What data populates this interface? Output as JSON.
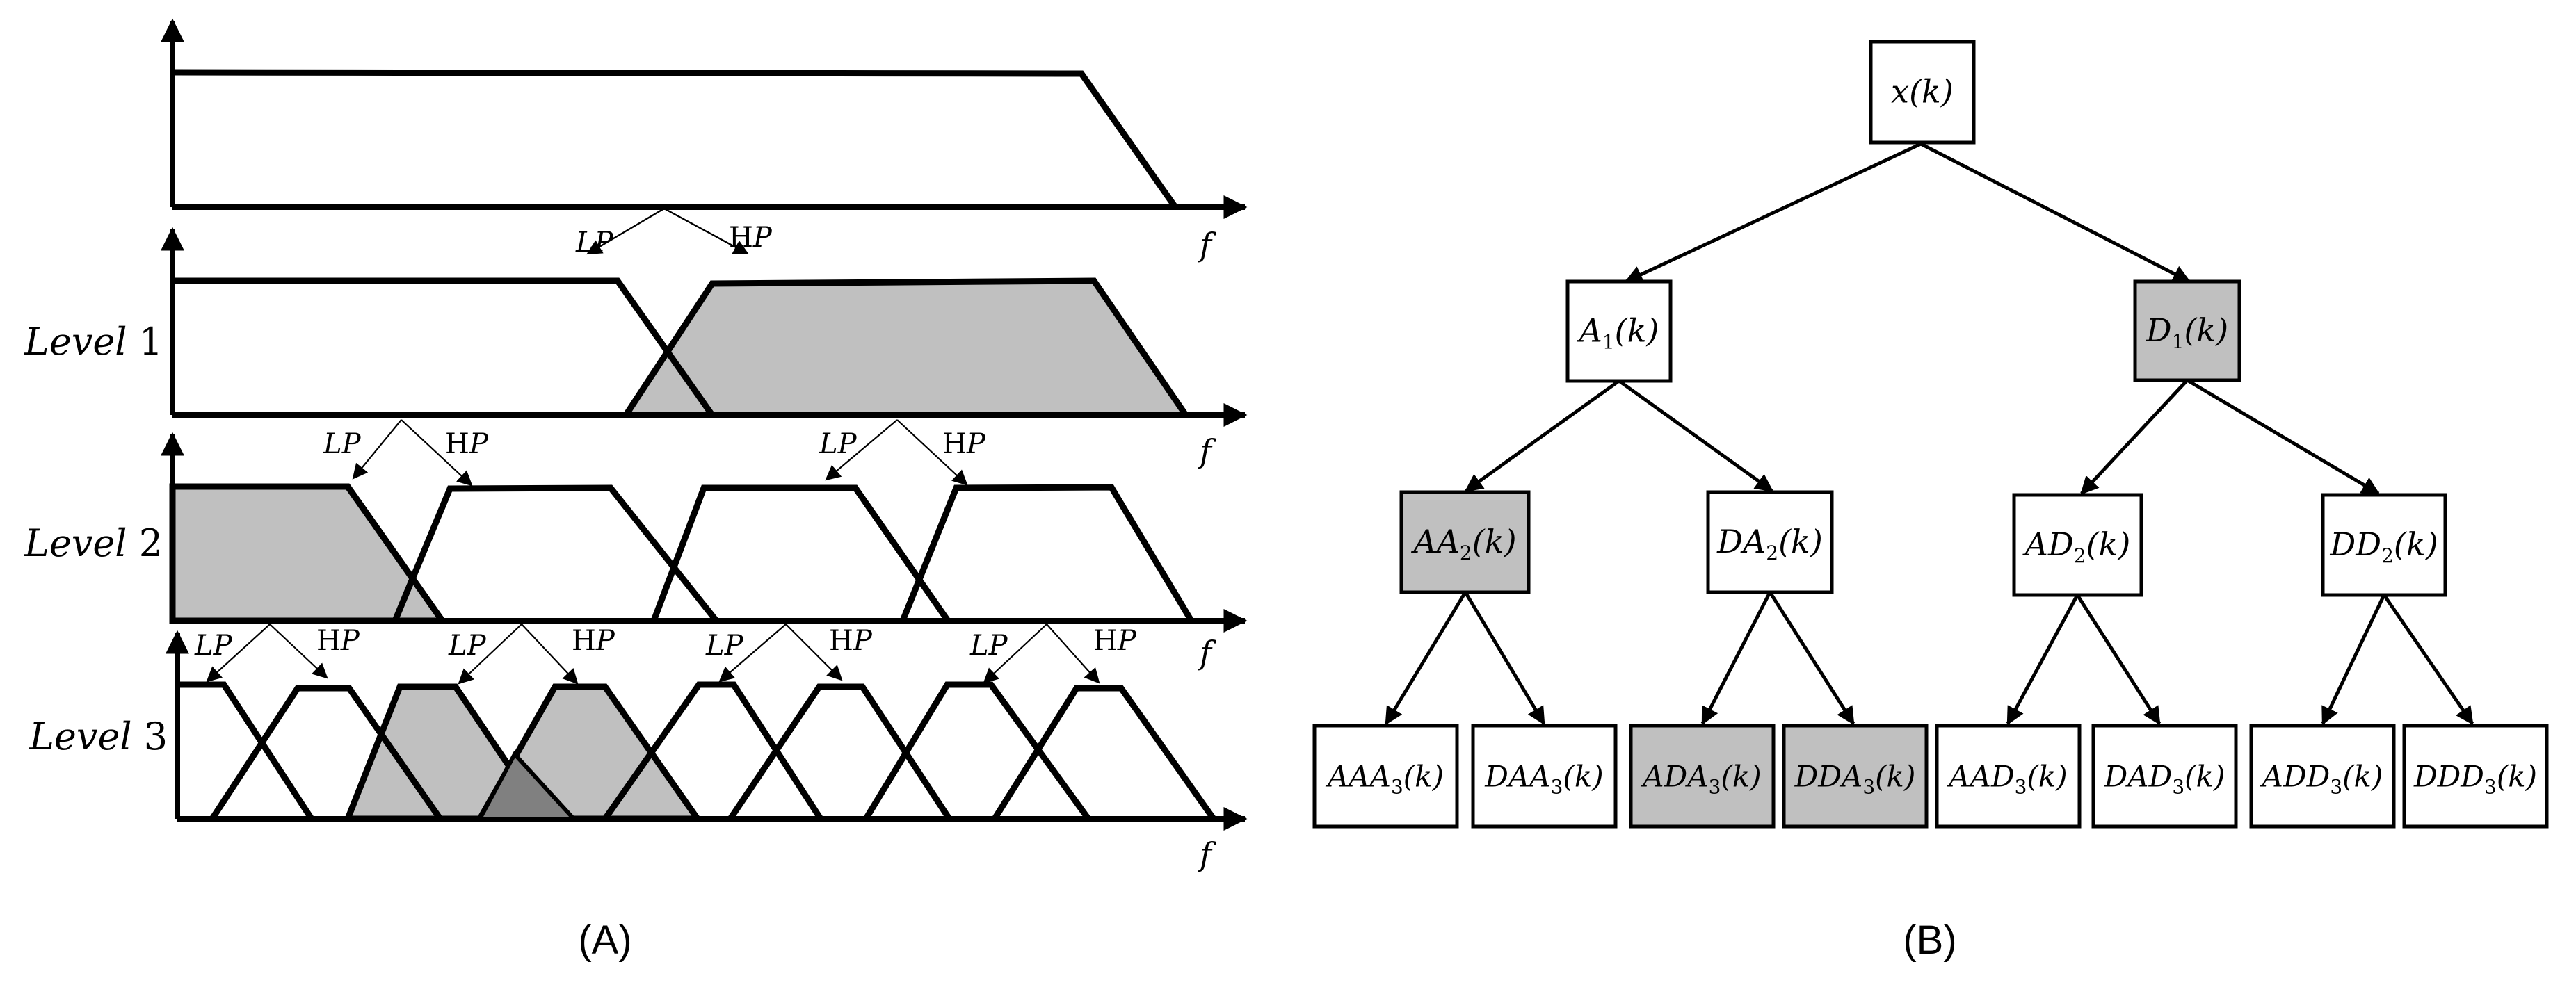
{
  "panels": {
    "left_label": "(A)",
    "right_label": "(B)"
  },
  "spectrum": {
    "axis_label": "f",
    "levels": [
      {
        "name": "Level",
        "num": "1"
      },
      {
        "name": "Level",
        "num": "2"
      },
      {
        "name": "Level",
        "num": "3"
      }
    ],
    "filters": {
      "lp_main": "LP",
      "hp_prefix": "H",
      "hp_main": "P"
    }
  },
  "tree": {
    "root": {
      "base": "x",
      "sub": "",
      "arg": "(k)",
      "shaded": false
    },
    "level1": [
      {
        "base": "A",
        "sub": "1",
        "arg": "(k)",
        "shaded": false
      },
      {
        "base": "D",
        "sub": "1",
        "arg": "(k)",
        "shaded": true
      }
    ],
    "level2": [
      {
        "base": "AA",
        "sub": "2",
        "arg": "(k)",
        "shaded": true
      },
      {
        "base": "DA",
        "sub": "2",
        "arg": "(k)",
        "shaded": false
      },
      {
        "base": "AD",
        "sub": "2",
        "arg": "(k)",
        "shaded": false
      },
      {
        "base": "DD",
        "sub": "2",
        "arg": "(k)",
        "shaded": false
      }
    ],
    "level3": [
      {
        "base": "AAA",
        "sub": "3",
        "arg": "(k)",
        "shaded": false
      },
      {
        "base": "DAA",
        "sub": "3",
        "arg": "(k)",
        "shaded": false
      },
      {
        "base": "ADA",
        "sub": "3",
        "arg": "(k)",
        "shaded": true
      },
      {
        "base": "DDA",
        "sub": "3",
        "arg": "(k)",
        "shaded": true
      },
      {
        "base": "AAD",
        "sub": "3",
        "arg": "(k)",
        "shaded": false
      },
      {
        "base": "DAD",
        "sub": "3",
        "arg": "(k)",
        "shaded": false
      },
      {
        "base": "ADD",
        "sub": "3",
        "arg": "(k)",
        "shaded": false
      },
      {
        "base": "DDD",
        "sub": "3",
        "arg": "(k)",
        "shaded": false
      }
    ]
  },
  "colors": {
    "shade": "#c0c0c0",
    "dark_shade": "#808080",
    "line": "#000000"
  }
}
